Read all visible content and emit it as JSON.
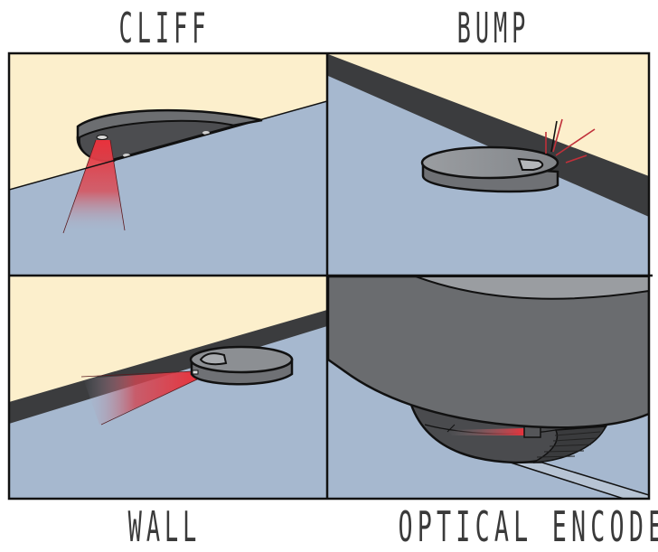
{
  "title": "Robot vacuum sensor types",
  "panels": [
    {
      "id": "cliff",
      "label": "CLIFF",
      "position": "top-left"
    },
    {
      "id": "bump",
      "label": "BUMP",
      "position": "top-right"
    },
    {
      "id": "wall",
      "label": "WALL",
      "position": "bottom-left"
    },
    {
      "id": "optical-encoder",
      "label": "OPTICAL ENCODER",
      "position": "bottom-right"
    }
  ],
  "colors": {
    "wall": "#fcefcc",
    "floor": "#a6b8cf",
    "baseboard": "#3b3c3e",
    "robot_body": "#6a6c6f",
    "robot_top": "#8c8f93",
    "sensor_beam": "#e8323c",
    "outline": "#111111",
    "label": "#3a3a3a"
  }
}
